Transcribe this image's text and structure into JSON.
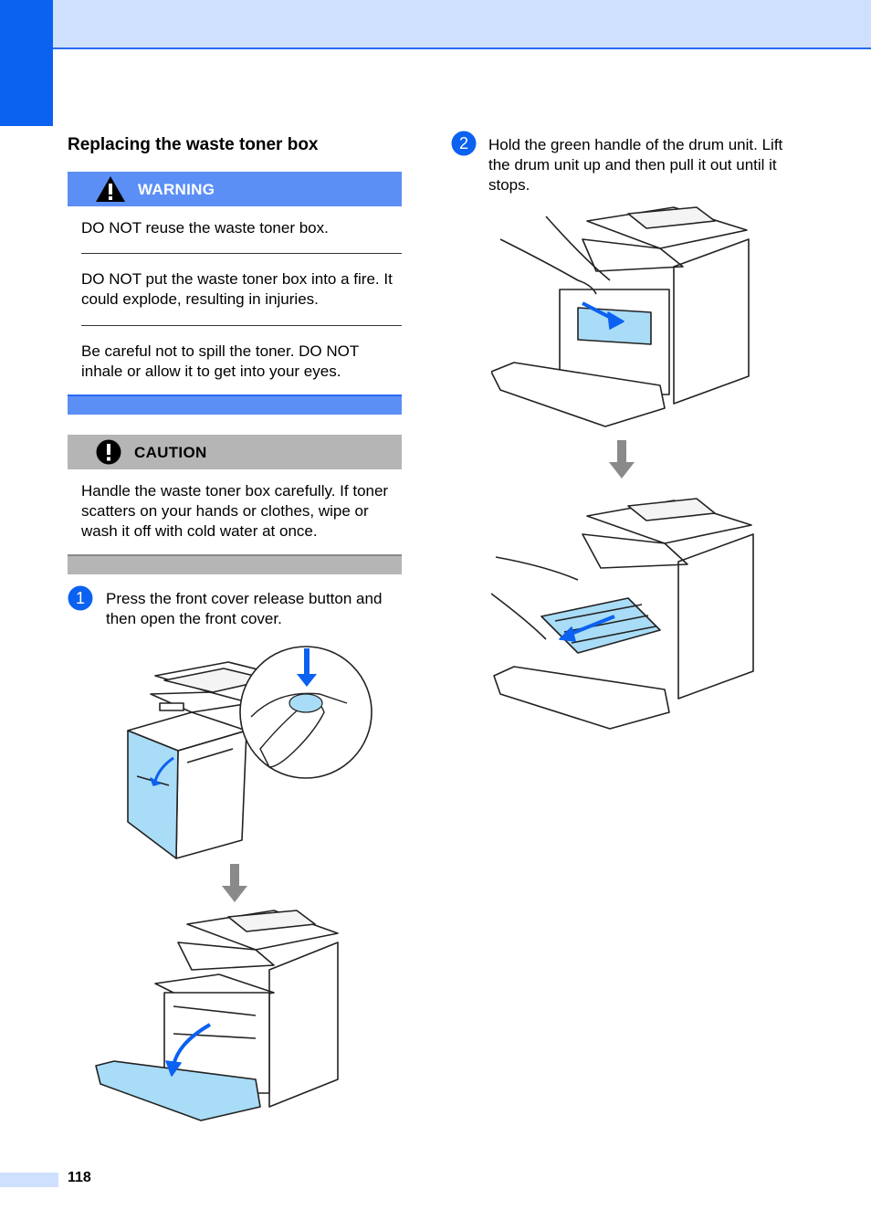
{
  "section": {
    "title": "Replacing the waste toner box"
  },
  "warning": {
    "label": "WARNING",
    "items": [
      "DO NOT reuse the waste toner box.",
      "DO NOT put the waste toner box into a fire. It could explode, resulting in injuries.",
      "Be careful not to spill the toner. DO NOT inhale or allow it to get into your eyes."
    ]
  },
  "caution": {
    "label": "CAUTION",
    "text": "Handle the waste toner box carefully. If toner scatters on your hands or clothes, wipe or wash it off with cold water at once."
  },
  "steps": [
    {
      "number": "1",
      "text": "Press the front cover release button and then open the front cover."
    },
    {
      "number": "2",
      "text": "Hold the green handle of the drum unit. Lift the drum unit up and then pull it out until it stops."
    }
  ],
  "footer": {
    "page_number": "118"
  },
  "colors": {
    "accent_blue": "#0b61f0",
    "warning_blue": "#5c8ff5",
    "band_light_blue": "#cfe0ff",
    "caution_gray": "#b5b5b5",
    "printer_highlight": "#a9dcf6"
  },
  "icons": {
    "warning": "warning-triangle-icon",
    "caution": "caution-exclamation-icon"
  }
}
